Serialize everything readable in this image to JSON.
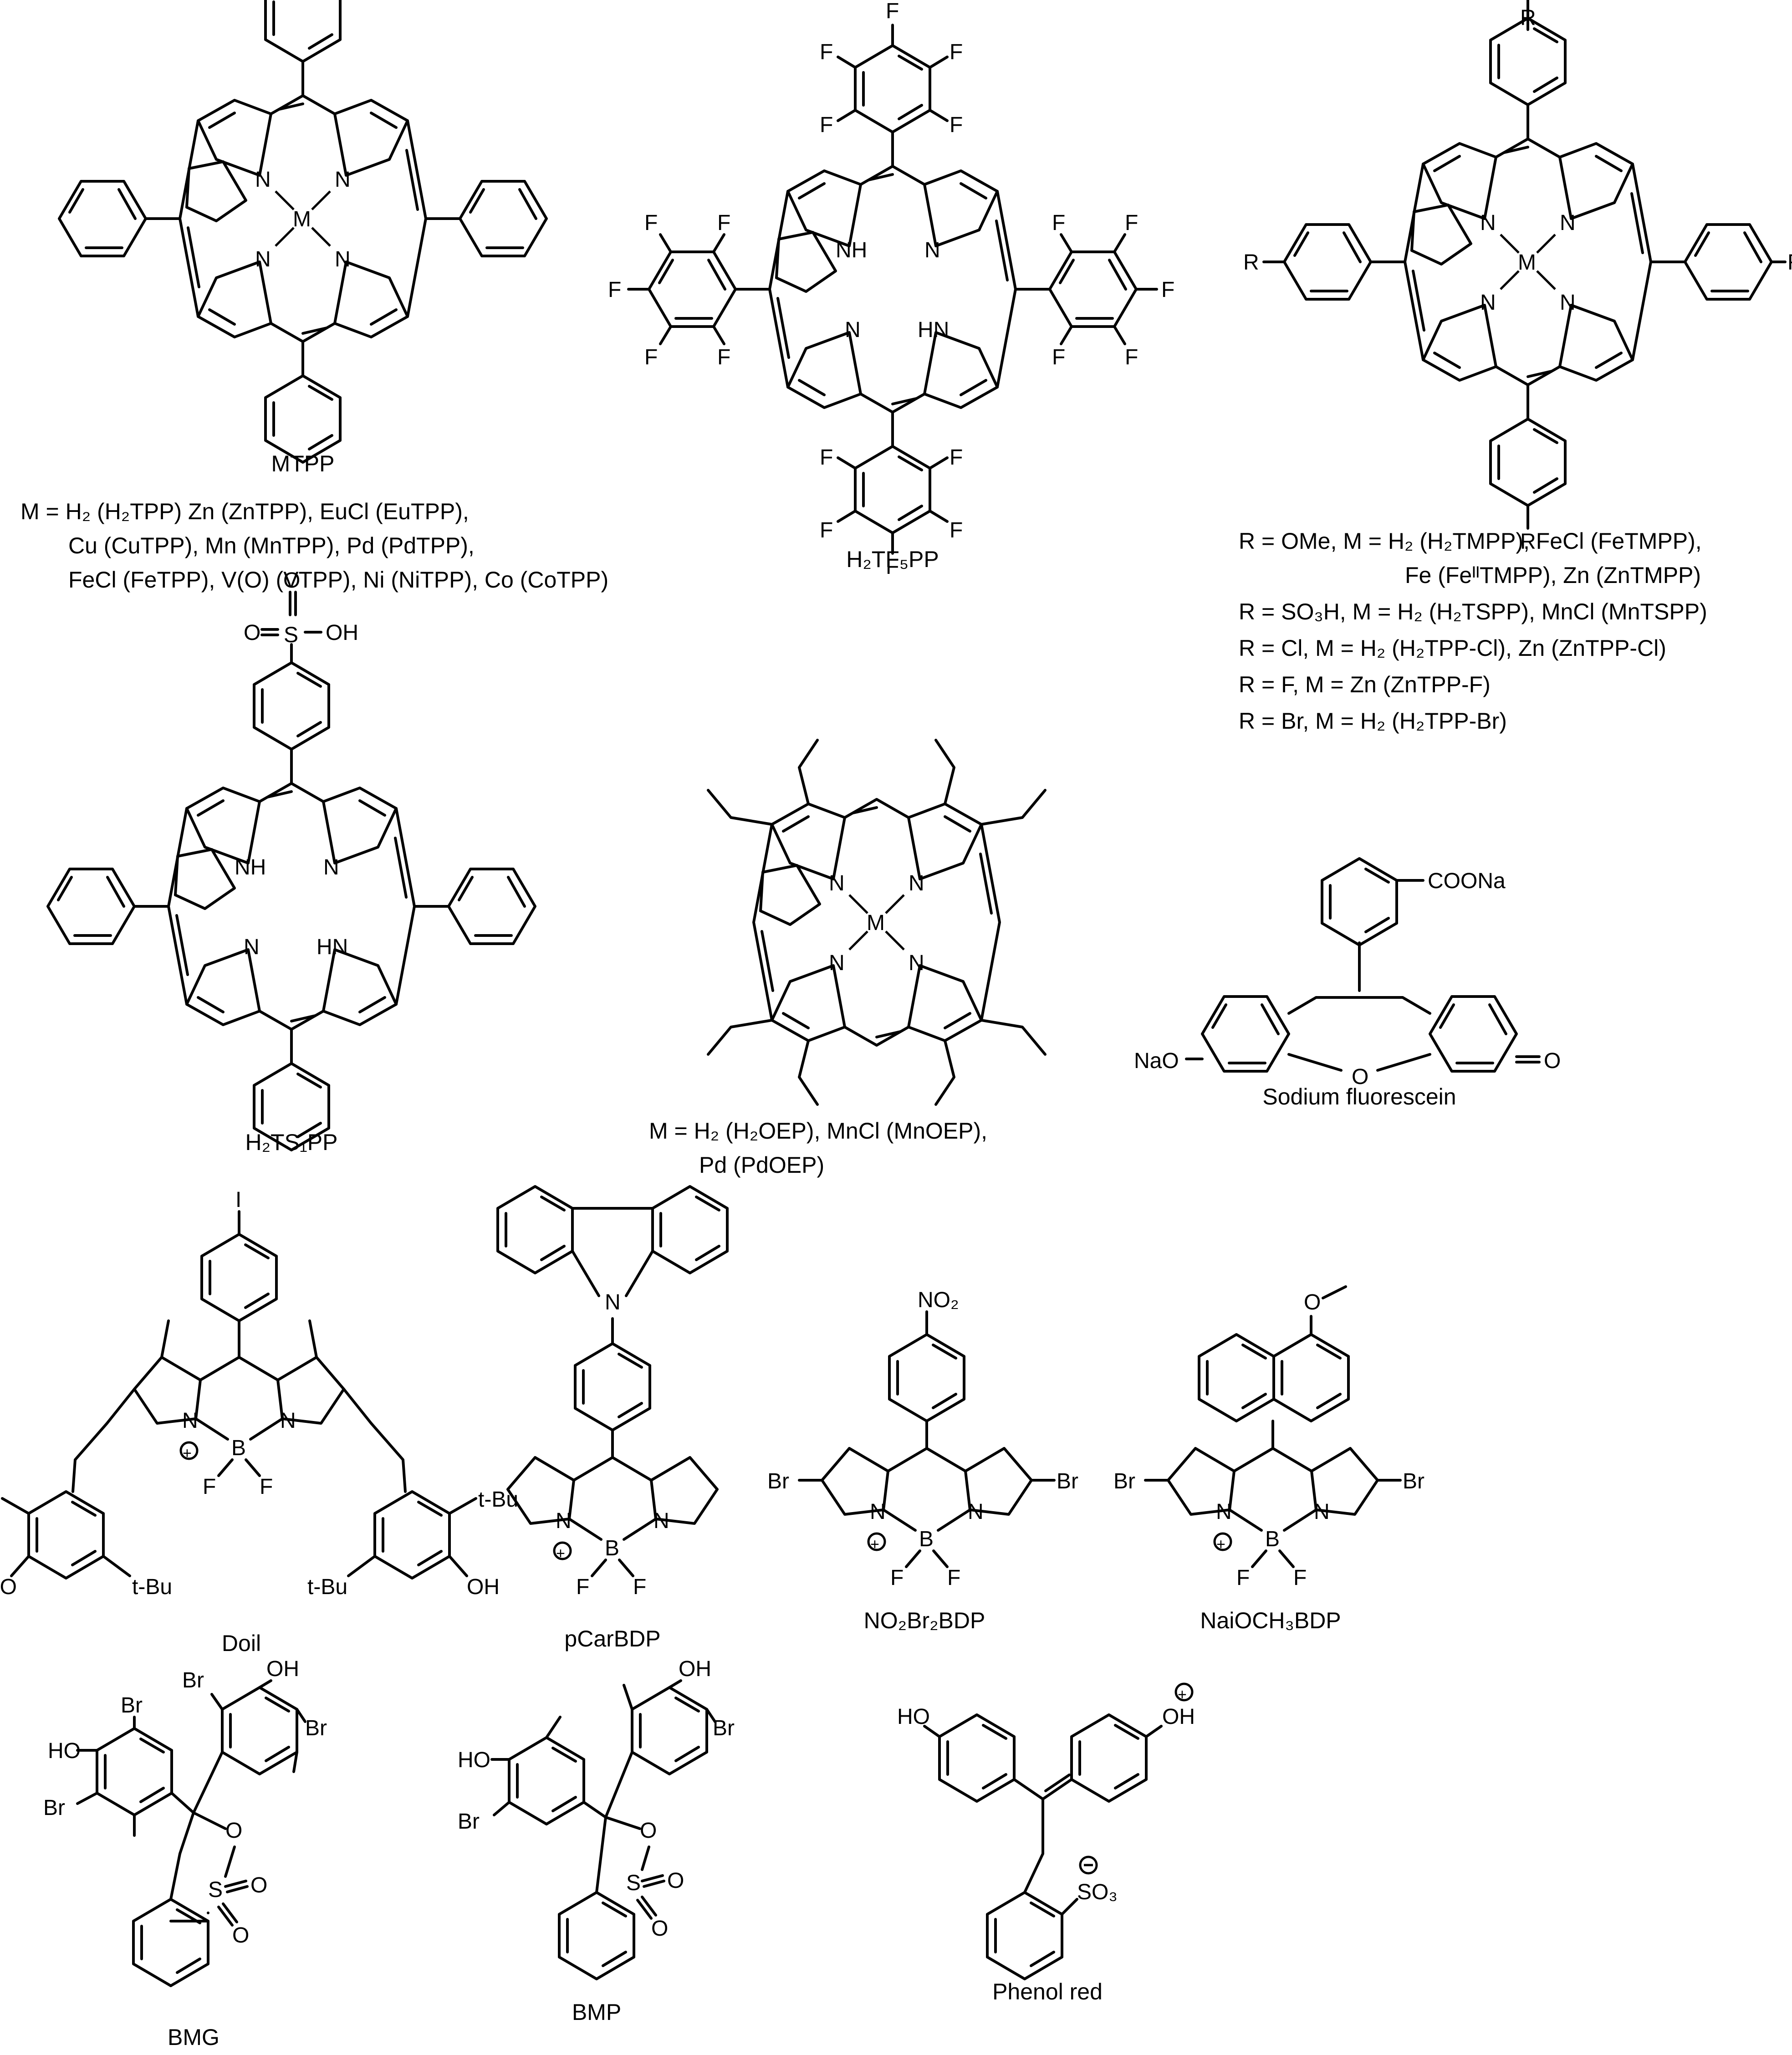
{
  "structures": {
    "mtpp": {
      "name": "MTPP",
      "atoms": {
        "n1": "N",
        "n2": "N",
        "n3": "N",
        "n4": "N",
        "metal": "M"
      },
      "caption_lines": [
        "M = H₂ (H₂TPP) Zn (ZnTPP), EuCl (EuTPP),",
        "Cu (CuTPP), Mn (MnTPP), Pd (PdTPP),",
        "FeCl (FeTPP), V(O) (VTPP), Ni (NiTPP), Co (CoTPP)"
      ]
    },
    "h2tf5pp": {
      "name": "H₂TF₅PP",
      "atoms": {
        "nh1": "NH",
        "n1": "N",
        "n2": "N",
        "hn1": "HN",
        "f": "F"
      }
    },
    "tmpp_family": {
      "atoms": {
        "n1": "N",
        "n2": "N",
        "n3": "N",
        "n4": "N",
        "metal": "M",
        "r": "R"
      },
      "caption_lines": [
        "R = OMe, M = H₂ (H₂TMPP), FeCl (FeTMPP),",
        "Fe (FeᴵᴵTMPP), Zn (ZnTMPP)",
        "R = SO₃H, M = H₂ (H₂TSPP), MnCl (MnTSPP)",
        "R = Cl, M = H₂ (H₂TPP-Cl), Zn (ZnTPP-Cl)",
        "R = F, M = Zn (ZnTPP-F)",
        "R = Br, M = H₂ (H₂TPP-Br)"
      ]
    },
    "h2ts1pp": {
      "name": "H₂TS₁PP",
      "atoms": {
        "nh1": "NH",
        "n1": "N",
        "n2": "N",
        "hn1": "HN",
        "o1": "O",
        "o2": "O",
        "s": "S",
        "oh": "OH"
      }
    },
    "moep": {
      "atoms": {
        "n1": "N",
        "n2": "N",
        "n3": "N",
        "n4": "N",
        "metal": "M"
      },
      "caption_lines": [
        "M = H₂ (H₂OEP), MnCl (MnOEP),",
        "Pd (PdOEP)"
      ]
    },
    "fluorescein": {
      "name": "Sodium fluorescein",
      "atoms": {
        "coona": "COONa",
        "nao": "NaO",
        "o_ring": "O",
        "o_keto": "O"
      }
    },
    "doil": {
      "name": "Doil",
      "atoms": {
        "i": "I",
        "n1": "N",
        "n2": "N",
        "b": "B",
        "f1": "F",
        "f2": "F",
        "tbu": "t-Bu",
        "ho": "HO",
        "oh": "OH"
      }
    },
    "pcarbdp": {
      "name": "pCarBDP",
      "atoms": {
        "n_carb": "N",
        "n1": "N",
        "n2": "N",
        "b": "B",
        "f1": "F",
        "f2": "F"
      }
    },
    "no2br2bdp": {
      "name": "NO₂Br₂BDP",
      "atoms": {
        "no2": "NO₂",
        "br": "Br",
        "n1": "N",
        "n2": "N",
        "b": "B",
        "f1": "F",
        "f2": "F"
      }
    },
    "naioch3bdp": {
      "name": "NaiOCH₃BDP",
      "atoms": {
        "o": "O",
        "br": "Br",
        "n1": "N",
        "n2": "N",
        "b": "B",
        "f1": "F",
        "f2": "F"
      }
    },
    "bmg": {
      "name": "BMG",
      "atoms": {
        "br": "Br",
        "ho": "HO",
        "oh": "OH",
        "o": "O",
        "s": "S"
      }
    },
    "bmp": {
      "name": "BMP",
      "atoms": {
        "ho": "HO",
        "oh": "OH",
        "br": "Br",
        "o": "O",
        "s": "S"
      }
    },
    "phenol_red": {
      "name": "Phenol red",
      "atoms": {
        "ho": "HO",
        "oh": "OH",
        "so3": "SO₃"
      }
    }
  }
}
